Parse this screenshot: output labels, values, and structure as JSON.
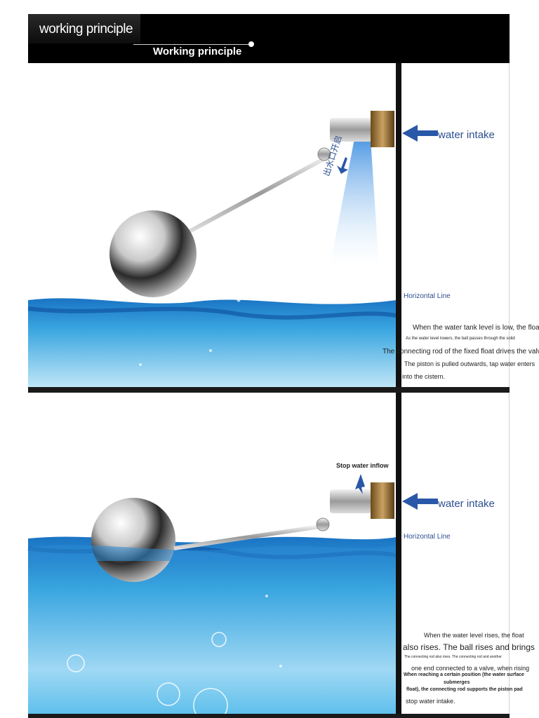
{
  "header": {
    "title": "working principle",
    "subtitle": "Working principle"
  },
  "panel1": {
    "water_intake": "water intake",
    "outlet_label": "出水口开启",
    "horizontal_line": "Horizontal Line",
    "lines": [
      "When the water tank level is low, the float",
      "As the water level lowers, the ball passes through the solid",
      "The connecting rod of the fixed float drives the valve body",
      "The piston is pulled outwards, tap water enters",
      "into the cistern."
    ]
  },
  "panel2": {
    "stop_label": "Stop water inflow",
    "water_intake": "water intake",
    "horizontal_line": "Horizontal Line",
    "lines": [
      "When the water level rises, the float",
      "also rises. The ball rises and brings",
      "The connecting rod also rises. The connecting rod and another",
      "one end connected to a valve, when rising",
      "When reaching a certain position (the water surface",
      "submerges",
      "float), the connecting rod supports the piston pad",
      "stop water intake."
    ]
  },
  "colors": {
    "arrow_blue": "#2a58a8",
    "water_blue": "#3aa6e0",
    "banner_black": "#000000"
  }
}
